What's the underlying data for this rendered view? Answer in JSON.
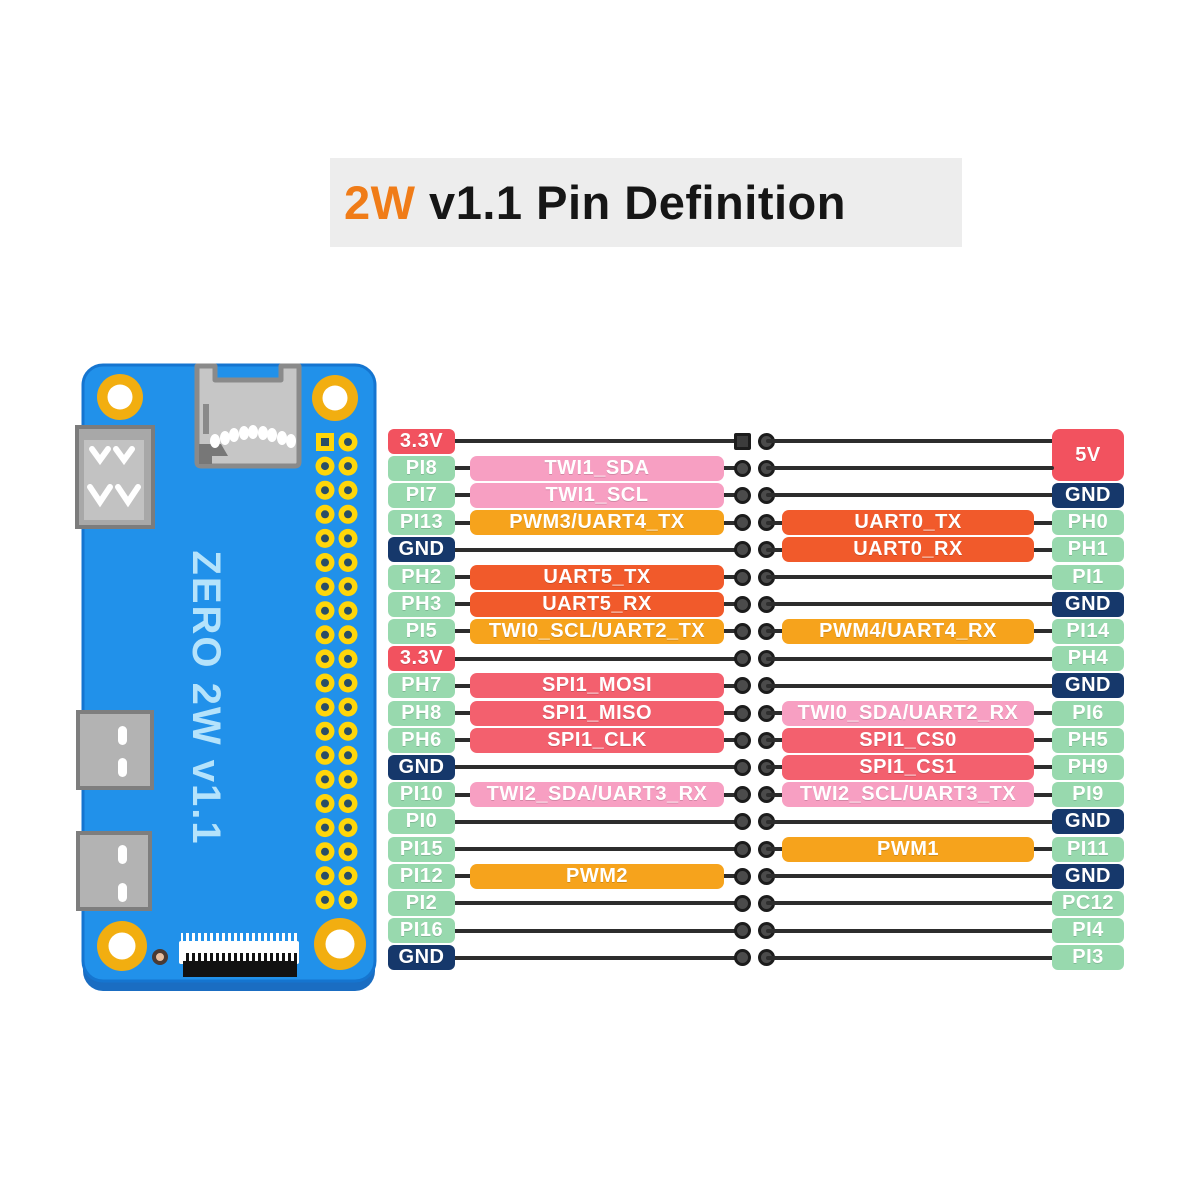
{
  "title": {
    "highlight": "2W",
    "rest": " v1.1 Pin Definition"
  },
  "board": {
    "label": "ZERO 2W v1.1"
  },
  "colors": {
    "title_highlight": "#f07c18",
    "power": "#f2525f",
    "ground": "#16386b",
    "gpio": "#98d9ae",
    "pink": "#f79fc2",
    "amber": "#f6a31c",
    "orange": "#f15a2b",
    "salmon": "#f3606e"
  },
  "pin_table": {
    "rows": [
      {
        "left": {
          "pin": "3.3V",
          "type": "power"
        },
        "right": {
          "pin": "5V",
          "type": "power",
          "rowspan": 2
        }
      },
      {
        "left": {
          "pin": "PI8",
          "type": "gpio",
          "func": {
            "label": "TWI1_SDA",
            "color": "pink"
          }
        },
        "right": {
          "merged": true
        }
      },
      {
        "left": {
          "pin": "PI7",
          "type": "gpio",
          "func": {
            "label": "TWI1_SCL",
            "color": "pink"
          }
        },
        "right": {
          "pin": "GND",
          "type": "ground"
        }
      },
      {
        "left": {
          "pin": "PI13",
          "type": "gpio",
          "func": {
            "label": "PWM3/UART4_TX",
            "color": "amber"
          }
        },
        "right": {
          "pin": "PH0",
          "type": "gpio",
          "func": {
            "label": "UART0_TX",
            "color": "orange"
          }
        }
      },
      {
        "left": {
          "pin": "GND",
          "type": "ground"
        },
        "right": {
          "pin": "PH1",
          "type": "gpio",
          "func": {
            "label": "UART0_RX",
            "color": "orange"
          }
        }
      },
      {
        "left": {
          "pin": "PH2",
          "type": "gpio",
          "func": {
            "label": "UART5_TX",
            "color": "orange"
          }
        },
        "right": {
          "pin": "PI1",
          "type": "gpio"
        }
      },
      {
        "left": {
          "pin": "PH3",
          "type": "gpio",
          "func": {
            "label": "UART5_RX",
            "color": "orange"
          }
        },
        "right": {
          "pin": "GND",
          "type": "ground"
        }
      },
      {
        "left": {
          "pin": "PI5",
          "type": "gpio",
          "func": {
            "label": "TWI0_SCL/UART2_TX",
            "color": "amber"
          }
        },
        "right": {
          "pin": "PI14",
          "type": "gpio",
          "func": {
            "label": "PWM4/UART4_RX",
            "color": "amber"
          }
        }
      },
      {
        "left": {
          "pin": "3.3V",
          "type": "power"
        },
        "right": {
          "pin": "PH4",
          "type": "gpio"
        }
      },
      {
        "left": {
          "pin": "PH7",
          "type": "gpio",
          "func": {
            "label": "SPI1_MOSI",
            "color": "salmon"
          }
        },
        "right": {
          "pin": "GND",
          "type": "ground"
        }
      },
      {
        "left": {
          "pin": "PH8",
          "type": "gpio",
          "func": {
            "label": "SPI1_MISO",
            "color": "salmon"
          }
        },
        "right": {
          "pin": "PI6",
          "type": "gpio",
          "func": {
            "label": "TWI0_SDA/UART2_RX",
            "color": "pink"
          }
        }
      },
      {
        "left": {
          "pin": "PH6",
          "type": "gpio",
          "func": {
            "label": "SPI1_CLK",
            "color": "salmon"
          }
        },
        "right": {
          "pin": "PH5",
          "type": "gpio",
          "func": {
            "label": "SPI1_CS0",
            "color": "salmon"
          }
        }
      },
      {
        "left": {
          "pin": "GND",
          "type": "ground"
        },
        "right": {
          "pin": "PH9",
          "type": "gpio",
          "func": {
            "label": "SPI1_CS1",
            "color": "salmon"
          }
        }
      },
      {
        "left": {
          "pin": "PI10",
          "type": "gpio",
          "func": {
            "label": "TWI2_SDA/UART3_RX",
            "color": "pink"
          }
        },
        "right": {
          "pin": "PI9",
          "type": "gpio",
          "func": {
            "label": "TWI2_SCL/UART3_TX",
            "color": "pink"
          }
        }
      },
      {
        "left": {
          "pin": "PI0",
          "type": "gpio"
        },
        "right": {
          "pin": "GND",
          "type": "ground"
        }
      },
      {
        "left": {
          "pin": "PI15",
          "type": "gpio"
        },
        "right": {
          "pin": "PI11",
          "type": "gpio",
          "func": {
            "label": "PWM1",
            "color": "amber"
          }
        }
      },
      {
        "left": {
          "pin": "PI12",
          "type": "gpio",
          "func": {
            "label": "PWM2",
            "color": "amber"
          }
        },
        "right": {
          "pin": "GND",
          "type": "ground"
        }
      },
      {
        "left": {
          "pin": "PI2",
          "type": "gpio"
        },
        "right": {
          "pin": "PC12",
          "type": "gpio"
        }
      },
      {
        "left": {
          "pin": "PI16",
          "type": "gpio"
        },
        "right": {
          "pin": "PI4",
          "type": "gpio"
        }
      },
      {
        "left": {
          "pin": "GND",
          "type": "ground"
        },
        "right": {
          "pin": "PI3",
          "type": "gpio"
        }
      }
    ]
  }
}
